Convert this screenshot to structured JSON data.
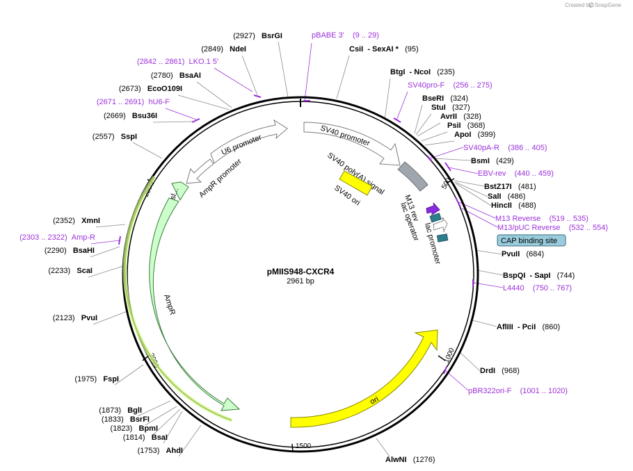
{
  "credit": "Created by",
  "credit_brand": "SnapGene",
  "plasmid": {
    "name": "pMIIS948-CXCR4",
    "length_label": "2961 bp",
    "length": 2961
  },
  "ticks": [
    "500",
    "1000",
    "1500",
    "2000",
    "2500"
  ],
  "features": {
    "u6_promoter": "U6 promoter",
    "ampr_promoter": "AmpR promoter",
    "sl": "sl...",
    "ampr": "AmpR",
    "sv40_promoter": "SV40 promoter",
    "sv40_polya": "SV40 poly(A) signal",
    "sv40_ori": "SV40 ori",
    "m13_rev": "M13 rev",
    "lac_operator": "lac operator",
    "lac_promoter": "lac promoter",
    "ori": "ori",
    "cap": "CAP binding site"
  },
  "right_labels": [
    {
      "kind": "primer",
      "name": "pBABE 3'",
      "pos": "(9 .. 29)"
    },
    {
      "kind": "enzyme",
      "name": "CsiI",
      "extra": "- SexAI *",
      "pos": "(95)"
    },
    {
      "kind": "enzyme",
      "name": "BtgI",
      "extra": "- NcoI",
      "pos": "(235)"
    },
    {
      "kind": "primer",
      "name": "SV40pro-F",
      "pos": "(256 .. 275)"
    },
    {
      "kind": "enzyme",
      "name": "BseRI",
      "pos": "(324)"
    },
    {
      "kind": "enzyme",
      "name": "StuI",
      "pos": "(327)"
    },
    {
      "kind": "enzyme",
      "name": "AvrII",
      "pos": "(328)"
    },
    {
      "kind": "enzyme",
      "name": "PsiI",
      "pos": "(368)"
    },
    {
      "kind": "enzyme",
      "name": "ApoI",
      "pos": "(399)"
    },
    {
      "kind": "primer",
      "name": "SV40pA-R",
      "pos": "(386 .. 405)"
    },
    {
      "kind": "enzyme",
      "name": "BsmI",
      "pos": "(429)"
    },
    {
      "kind": "primer",
      "name": "EBV-rev",
      "pos": "(440 .. 459)"
    },
    {
      "kind": "enzyme",
      "name": "BstZ17I",
      "pos": "(481)"
    },
    {
      "kind": "enzyme",
      "name": "SalI",
      "pos": "(486)"
    },
    {
      "kind": "enzyme",
      "name": "HincII",
      "pos": "(488)"
    },
    {
      "kind": "primer",
      "name": "M13 Reverse",
      "pos": "(519 .. 535)"
    },
    {
      "kind": "primer",
      "name": "M13/pUC Reverse",
      "pos": "(532 .. 554)"
    },
    {
      "kind": "enzyme",
      "name": "PvuII",
      "pos": "(684)"
    },
    {
      "kind": "enzyme",
      "name": "BspQI",
      "extra": "- SapI",
      "pos": "(744)"
    },
    {
      "kind": "primer",
      "name": "L4440",
      "pos": "(750 .. 767)"
    },
    {
      "kind": "enzyme",
      "name": "AflIII",
      "extra": "- PciI",
      "pos": "(860)"
    },
    {
      "kind": "enzyme",
      "name": "DrdI",
      "pos": "(968)"
    },
    {
      "kind": "primer",
      "name": "pBR322ori-F",
      "pos": "(1001 .. 1020)"
    },
    {
      "kind": "enzyme",
      "name": "AlwNI",
      "pos": "(1276)"
    }
  ],
  "left_labels": [
    {
      "kind": "enzyme",
      "name": "BsrGI",
      "pos": "(2927)"
    },
    {
      "kind": "enzyme",
      "name": "NdeI",
      "pos": "(2849)"
    },
    {
      "kind": "primer",
      "name": "LKO.1 5'",
      "pos": "(2842 .. 2861)"
    },
    {
      "kind": "enzyme",
      "name": "BsaAI",
      "pos": "(2780)"
    },
    {
      "kind": "enzyme",
      "name": "EcoO109I",
      "pos": "(2673)"
    },
    {
      "kind": "primer",
      "name": "hU6-F",
      "pos": "(2671 .. 2691)"
    },
    {
      "kind": "enzyme",
      "name": "Bsu36I",
      "pos": "(2669)"
    },
    {
      "kind": "enzyme",
      "name": "SspI",
      "pos": "(2557)"
    },
    {
      "kind": "enzyme",
      "name": "XmnI",
      "pos": "(2352)"
    },
    {
      "kind": "primer",
      "name": "Amp-R",
      "pos": "(2303 .. 2322)"
    },
    {
      "kind": "enzyme",
      "name": "BsaHI",
      "pos": "(2290)"
    },
    {
      "kind": "enzyme",
      "name": "ScaI",
      "pos": "(2233)"
    },
    {
      "kind": "enzyme",
      "name": "PvuI",
      "pos": "(2123)"
    },
    {
      "kind": "enzyme",
      "name": "FspI",
      "pos": "(1975)"
    },
    {
      "kind": "enzyme",
      "name": "BglI",
      "pos": "(1873)"
    },
    {
      "kind": "enzyme",
      "name": "BsrFI",
      "pos": "(1833)"
    },
    {
      "kind": "enzyme",
      "name": "BpmI",
      "pos": "(1823)"
    },
    {
      "kind": "enzyme",
      "name": "BsaI",
      "pos": "(1814)"
    },
    {
      "kind": "enzyme",
      "name": "AhdI",
      "pos": "(1753)"
    }
  ],
  "colors": {
    "primer": "#9b30d9",
    "ampr_fill": "#ccffcc",
    "ori_fill": "#ffff00",
    "cap_fill": "#99ccdd",
    "polya_fill": "#a0a6ad",
    "lac_op_fill": "#2e7d8c",
    "m13_fill": "#8a2be2"
  }
}
